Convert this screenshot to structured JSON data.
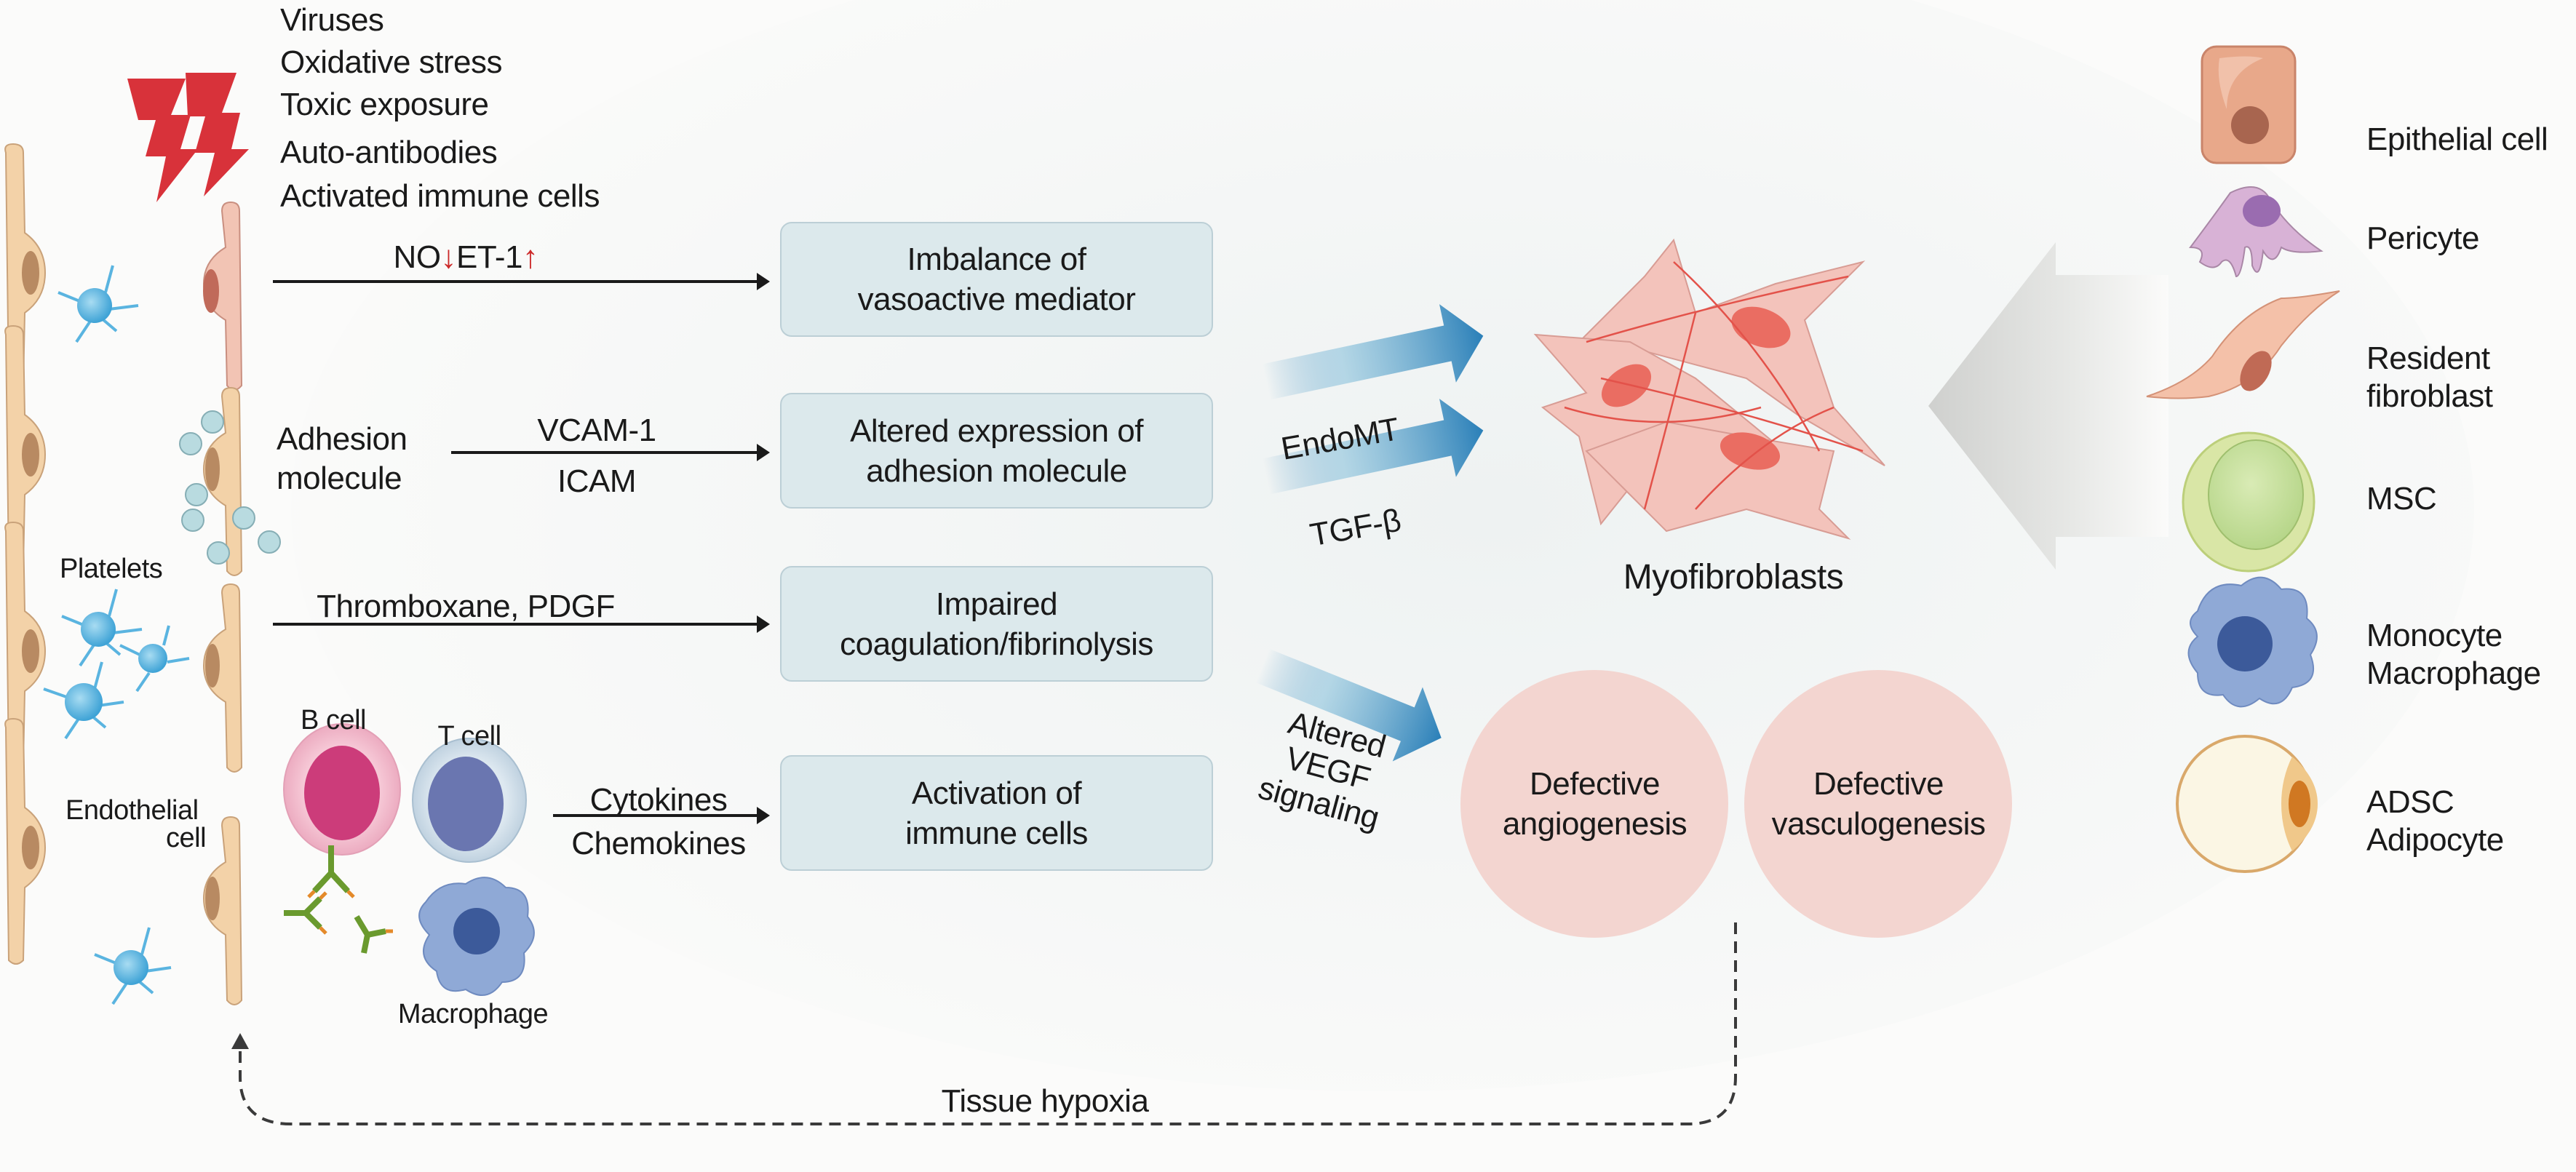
{
  "causes": [
    "Viruses",
    "Oxidative stress",
    "Toxic exposure",
    "Auto-antibodies",
    "Activated immune cells"
  ],
  "mediators": {
    "vasoactive": {
      "no": "NO",
      "no_arrow": "↓",
      "et1": "ET-1",
      "et1_arrow": "↑"
    },
    "adhesion": {
      "source_line1": "Adhesion",
      "source_line2": "molecule",
      "top": "VCAM-1",
      "bottom": "ICAM"
    },
    "coagulation": {
      "label": "Thromboxane, PDGF"
    },
    "immune": {
      "top": "Cytokines",
      "bottom": "Chemokines"
    }
  },
  "cell_labels": {
    "platelets": "Platelets",
    "endothelial_line1": "Endothelial",
    "endothelial_line2": "cell",
    "b_cell": "B cell",
    "t_cell": "T cell",
    "macrophage": "Macrophage"
  },
  "boxes": [
    {
      "line1": "Imbalance of",
      "line2": "vasoactive mediator"
    },
    {
      "line1": "Altered expression of",
      "line2": "adhesion molecule"
    },
    {
      "line1": "Impaired",
      "line2": "coagulation/fibrinolysis"
    },
    {
      "line1": "Activation of",
      "line2": "immune cells"
    }
  ],
  "transitions": {
    "endomt": "EndoMT",
    "tgfb": "TGF-β",
    "vegf_line1": "Altered",
    "vegf_line2": "VEGF",
    "vegf_line3": "signaling"
  },
  "outcomes": {
    "myofibroblasts": "Myofibroblasts",
    "angiogenesis_line1": "Defective",
    "angiogenesis_line2": "angiogenesis",
    "vasculogenesis_line1": "Defective",
    "vasculogenesis_line2": "vasculogenesis"
  },
  "sources": [
    {
      "line1": "Epithelial cell",
      "line2": ""
    },
    {
      "line1": "Pericyte",
      "line2": ""
    },
    {
      "line1": "Resident",
      "line2": "fibroblast"
    },
    {
      "line1": "MSC",
      "line2": ""
    },
    {
      "line1": "Monocyte",
      "line2": "Macrophage"
    },
    {
      "line1": "ADSC",
      "line2": "Adipocyte"
    }
  ],
  "feedback": {
    "label": "Tissue hypoxia"
  },
  "colors": {
    "injury_red": "#d8323a",
    "box_fill": "#dce9ec",
    "circle_fill": "#f3d5d0",
    "arrow_blue": "#2f86bd",
    "endothelial": "#f3d2a8",
    "platelet_blue": "#5ab4e0"
  }
}
